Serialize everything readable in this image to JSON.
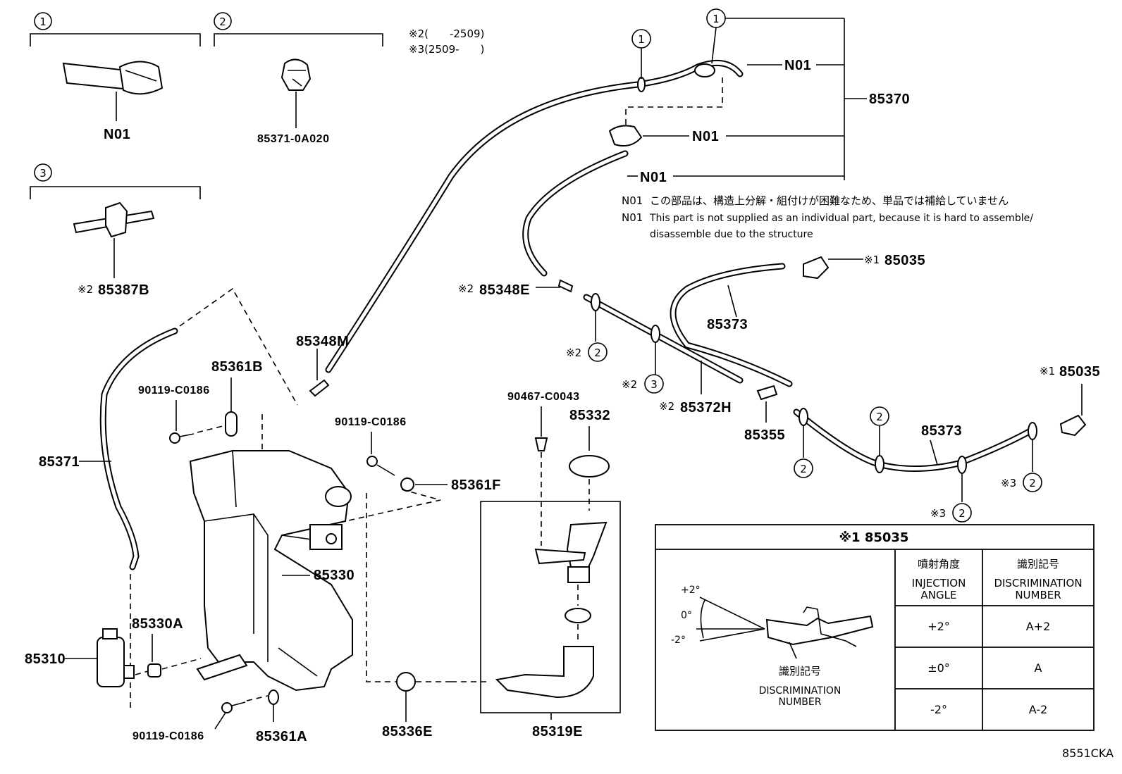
{
  "callouts": {
    "c1": "1",
    "c2": "2",
    "c3": "3"
  },
  "notes_top": {
    "line1": "※2(　　-2509)",
    "line2": "※3(2509-　　)"
  },
  "parts": {
    "n01": "N01",
    "p85371_0A020": "85371-0A020",
    "p85387B": "85387B",
    "mark2": "※2",
    "mark3": "※3",
    "mark1": "※1",
    "p85370": "85370",
    "p85348E": "85348E",
    "p85348M": "85348M",
    "p85035": "85035",
    "p85373": "85373",
    "p85372H": "85372H",
    "p85355": "85355",
    "p85371": "85371",
    "p85361B": "85361B",
    "p90119": "90119-C0186",
    "p85361F": "85361F",
    "p90467": "90467-C0043",
    "p85332": "85332",
    "p85330": "85330",
    "p85330A": "85330A",
    "p85310": "85310",
    "p85361A": "85361A",
    "p85336E": "85336E",
    "p85319E": "85319E"
  },
  "note_n01": {
    "label": "N01",
    "jp": "この部品は、構造上分解・組付けが困難なため、単品では補給していません",
    "en1": "This part is not supplied as an individual part, because it is hard to assemble/",
    "en2": "disassemble due to the structure"
  },
  "table": {
    "title": "※1 85035",
    "col1_jp": "噴射角度",
    "col1_en1": "INJECTION",
    "col1_en2": "ANGLE",
    "col2_jp": "識別記号",
    "col2_en1": "DISCRIMINATION",
    "col2_en2": "NUMBER",
    "rows": [
      {
        "angle": "+2°",
        "code": "A+2"
      },
      {
        "angle": "±0°",
        "code": "A"
      },
      {
        "angle": "-2°",
        "code": "A-2"
      }
    ],
    "fig_p2": "+2°",
    "fig_0": "0°",
    "fig_m2": "-2°",
    "fig_jp": "識別記号",
    "fig_en1": "DISCRIMINATION",
    "fig_en2": "NUMBER"
  },
  "diagram_id": "8551CKA"
}
